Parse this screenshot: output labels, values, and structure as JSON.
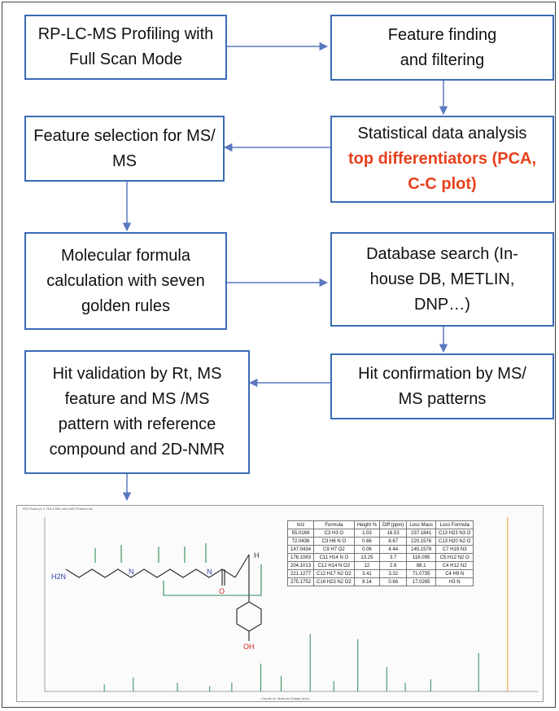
{
  "boxes": {
    "lcms": [
      "RP-LC-MS Profiling with",
      "Full Scan Mode"
    ],
    "feature_finding": [
      "Feature finding",
      "and filtering"
    ],
    "stats_title": "Statistical data analysis",
    "stats_highlight": [
      "top differentiators (PCA,",
      "C-C plot)"
    ],
    "feature_selection": [
      "Feature selection for MS/",
      "MS"
    ],
    "formula": [
      "Molecular formula",
      "calculation with seven",
      "golden rules"
    ],
    "database": [
      "Database search (In-",
      "house DB, METLIN,",
      "DNP…)"
    ],
    "hit_confirmation": [
      "Hit confirmation by MS/",
      "MS patterns"
    ],
    "hit_validation": [
      "Hit validation by Rt, MS",
      "feature and MS /MS",
      "pattern with reference",
      "compound and 2D-NMR"
    ]
  },
  "colors": {
    "box_border": "#3b6bb3",
    "arrow": "#5a78c0",
    "highlight": "#e8401c",
    "spectrum_peak": "#2e8b57",
    "structure_atom": "#2f3ea8",
    "structure_oxygen": "#d81e1e"
  },
  "spectrum": {
    "header": "+ESI Scan (rt: 2.718-2.836 min) MS2 Product Ion",
    "x_axis_title": "Counts vs. Mass-to-Charge (m/z)",
    "atoms": {
      "amine": "H2N",
      "nitrogen": "N",
      "oxygen": "O",
      "hydrogen": "H",
      "hydroxyl": "OH"
    },
    "table": {
      "headers": [
        "m/z",
        "Formula",
        "Height %",
        "Diff (ppm)",
        "Loss Mass",
        "Loss Formula"
      ],
      "rows": [
        [
          "55.0169",
          "C3 H3 O",
          "1.03",
          "16.53",
          "237.1841",
          "C13 H23 N3 O"
        ],
        [
          "72.0436",
          "C3 H6 N O",
          "0.66",
          "8.67",
          "220.1576",
          "C13 H20 N2 O"
        ],
        [
          "147.0434",
          "C9 H7 O2",
          "0.06",
          "4.44",
          "145.1579",
          "C7 H19 N3"
        ],
        [
          "176.1063",
          "C11 H14 N O",
          "13.25",
          "3.7",
          "116.095",
          "C5 H12 N2 O"
        ],
        [
          "204.1013",
          "C12 H14 N O2",
          "12",
          "2.8",
          "88.1",
          "C4 H12 N2"
        ],
        [
          "221.1277",
          "C12 H17 N2 O2",
          "3.41",
          "3.32",
          "71.0735",
          "C4 H9 N"
        ],
        [
          "275.1752",
          "C16 H23 N2 O2",
          "8.14",
          "0.66",
          "17.0265",
          "H3 N"
        ]
      ]
    },
    "peaks": [
      {
        "mz": 55.0169,
        "rel": 0.04
      },
      {
        "mz": 72.0436,
        "rel": 0.08
      },
      {
        "mz": 98.0,
        "rel": 0.05
      },
      {
        "mz": 117.0,
        "rel": 0.03
      },
      {
        "mz": 130.0,
        "rel": 0.05
      },
      {
        "mz": 147.0434,
        "rel": 0.16
      },
      {
        "mz": 159.0,
        "rel": 0.09
      },
      {
        "mz": 176.1063,
        "rel": 0.33
      },
      {
        "mz": 190.0,
        "rel": 0.06
      },
      {
        "mz": 204.1013,
        "rel": 0.3
      },
      {
        "mz": 221.1277,
        "rel": 0.14
      },
      {
        "mz": 232.0,
        "rel": 0.05
      },
      {
        "mz": 247.0,
        "rel": 0.07
      },
      {
        "mz": 275.1752,
        "rel": 0.22
      },
      {
        "mz": 292.2,
        "rel": 1.0
      }
    ],
    "x_range": [
      20,
      310
    ]
  }
}
